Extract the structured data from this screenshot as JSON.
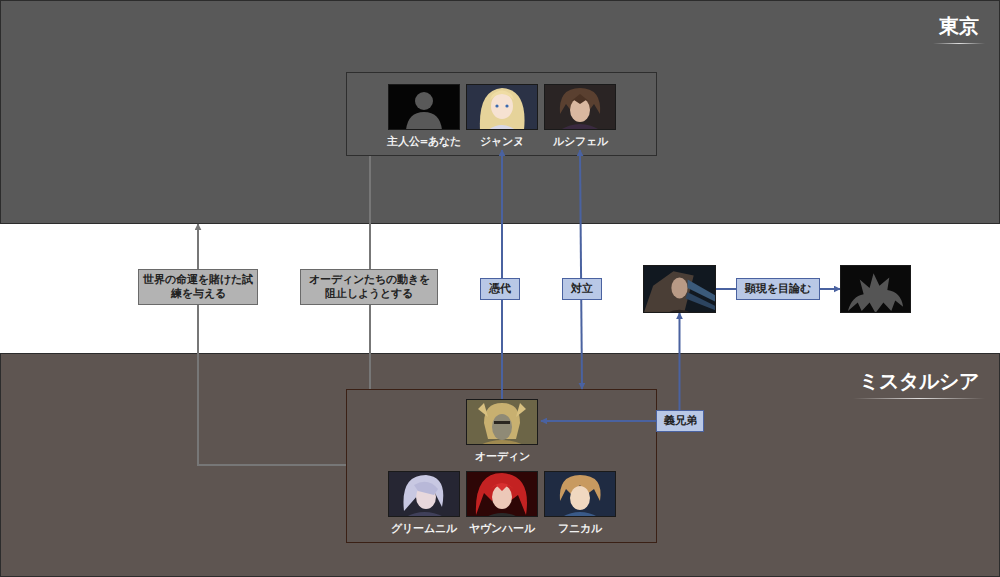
{
  "diagram": {
    "nodes": [
      {
        "text": [
          "東京"
        ]
      },
      {
        "text": [],
        "in": 0
      },
      {
        "text": [
          "主人公=あなた"
        ],
        "in": 1
      },
      {
        "text": [
          "ジャンヌ"
        ],
        "in": 1
      },
      {
        "text": [
          "ルシフェル"
        ],
        "in": 1
      },
      {
        "text": []
      },
      {
        "text": []
      },
      {
        "text": [
          "ミスタルシア"
        ]
      },
      {
        "text": [],
        "in": 7
      },
      {
        "text": [
          "オーディン"
        ],
        "in": 8
      },
      {
        "text": [
          "グリームニル"
        ],
        "in": 8
      },
      {
        "text": [
          "ヤヴンハール"
        ],
        "in": 8
      },
      {
        "text": [
          "フニカル"
        ],
        "in": 8
      }
    ],
    "edges": [
      {
        "from": 9,
        "to": 3,
        "arrow": "to",
        "label": "憑代"
      },
      {
        "from": 4,
        "to": 8,
        "arrow": "both",
        "label": "対立"
      },
      {
        "from": 5,
        "to": 9,
        "arrow": "both",
        "label": "義兄弟"
      },
      {
        "from": 5,
        "to": 6,
        "arrow": "to",
        "label": "顕現を目論む"
      },
      {
        "from": 8,
        "to": 0,
        "arrow": "to",
        "label": "世界の命運を賭けた試練を与える"
      },
      {
        "from": 1,
        "to": 8,
        "arrow": "none",
        "label": "オーディンたちの動きを阻止しようとする"
      }
    ]
  }
}
